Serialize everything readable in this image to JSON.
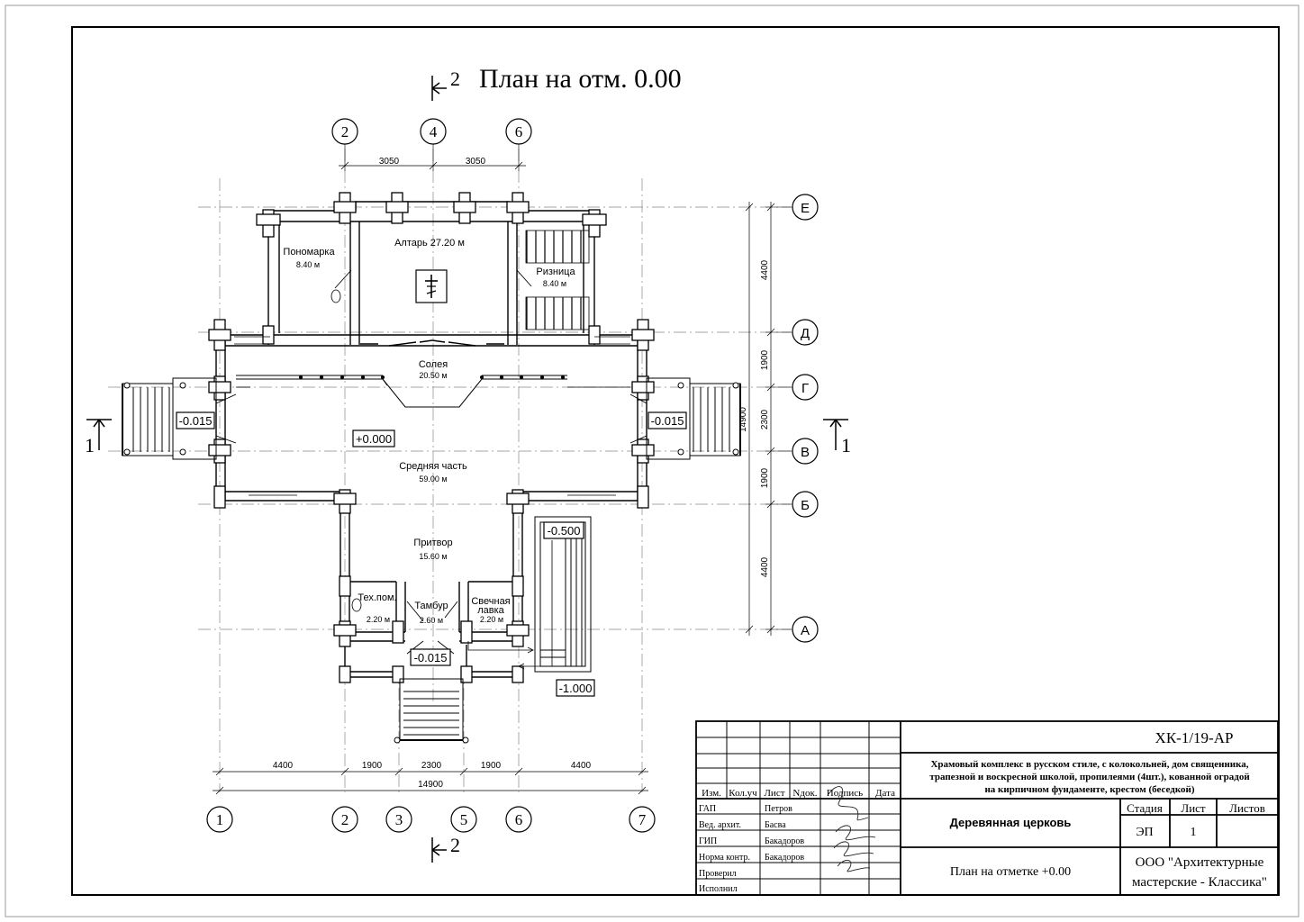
{
  "title": "План на отм. 0.00",
  "section_marks": {
    "top": "2",
    "bottom": "2",
    "left": "1",
    "right": "1"
  },
  "axes_vertical": [
    "1",
    "2",
    "3",
    "4",
    "5",
    "6",
    "7"
  ],
  "axes_horizontal": [
    "Е",
    "Д",
    "Г",
    "В",
    "Б",
    "А"
  ],
  "dims_top": [
    "3050",
    "3050"
  ],
  "dims_bottom": [
    "4400",
    "1900",
    "2300",
    "1900",
    "4400"
  ],
  "dim_bottom_total": "14900",
  "dims_right": [
    "4400",
    "1900",
    "2300",
    "1900",
    "4400"
  ],
  "dim_right_total": "14900",
  "rooms": {
    "altar": "Алтарь  27.20 м",
    "ponomarka_name": "Пономарка",
    "ponomarka_area": "8.40 м",
    "riznitsa_name": "Ризница",
    "riznitsa_area": "8.40 м",
    "soleya_name": "Солея",
    "soleya_area": "20.50 м",
    "middle_name": "Средняя часть",
    "middle_area": "59.00 м",
    "pritvor_name": "Притвор",
    "pritvor_area": "15.60 м",
    "tech_name": "Тех.пом.",
    "tech_area": "2.20 м",
    "tambur_name": "Тамбур",
    "tambur_area": "2.60 м",
    "candle_name1": "Свечная",
    "candle_name2": "лавка",
    "candle_area": "2.20 м"
  },
  "levels": {
    "main": "+0.000",
    "left": "-0.015",
    "right": "-0.015",
    "porch": "-0.015",
    "stair_top": "-0.500",
    "stair_bottom": "-1.000"
  },
  "title_block": {
    "code": "ХК-1/19-АР",
    "project": [
      "Храмовый комплекс в русском стиле, с колокольней, дом священника,",
      "трапезной и воскресной школой, пропилеями (4шт.), кованной оградой",
      "на кирпичном фундаменте, крестом (беседкой)"
    ],
    "object": "Деревянная церковь",
    "sheet_title": "План на отметке +0.00",
    "company1": "ООО \"Архитектурные",
    "company2": "мастерские - Классика\"",
    "col_headers": [
      "Изм.",
      "Кол.уч",
      "Лист",
      "Nдок.",
      "Подпись",
      "Дата"
    ],
    "stage_headers": [
      "Стадия",
      "Лист",
      "Листов"
    ],
    "stage": "ЭП",
    "sheet_no": "1",
    "roles": [
      "ГАП",
      "Вед. архит.",
      "ГИП",
      "Норма контр.",
      "Проверил",
      "Исполнил"
    ],
    "names": [
      "Петров",
      "Басва",
      "Бакадоров",
      "Бакадоров"
    ]
  }
}
